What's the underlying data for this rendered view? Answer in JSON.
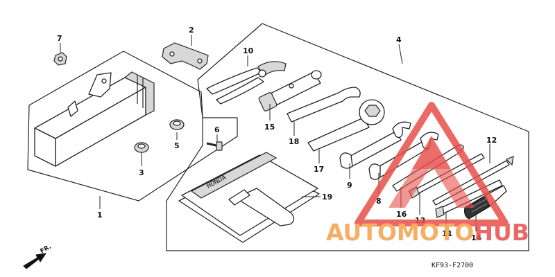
{
  "diagram_code": "KF93-F2700",
  "direction_label": "FR.",
  "pouch_brand": "HONDA",
  "callouts": {
    "c1": "1",
    "c2": "2",
    "c3": "3",
    "c4": "4",
    "c5": "5",
    "c6": "6",
    "c7": "7",
    "c8": "8",
    "c9": "9",
    "c10": "10",
    "c11": "11",
    "c12": "12",
    "c13": "13",
    "c14": "14",
    "c15": "15",
    "c16": "16",
    "c17": "17",
    "c18": "18",
    "c19": "19"
  },
  "watermark": {
    "part1": "AUTOMOTO",
    "part2": "HUB",
    "color_primary": "#f4a04a",
    "color_secondary": "#e8504a"
  }
}
